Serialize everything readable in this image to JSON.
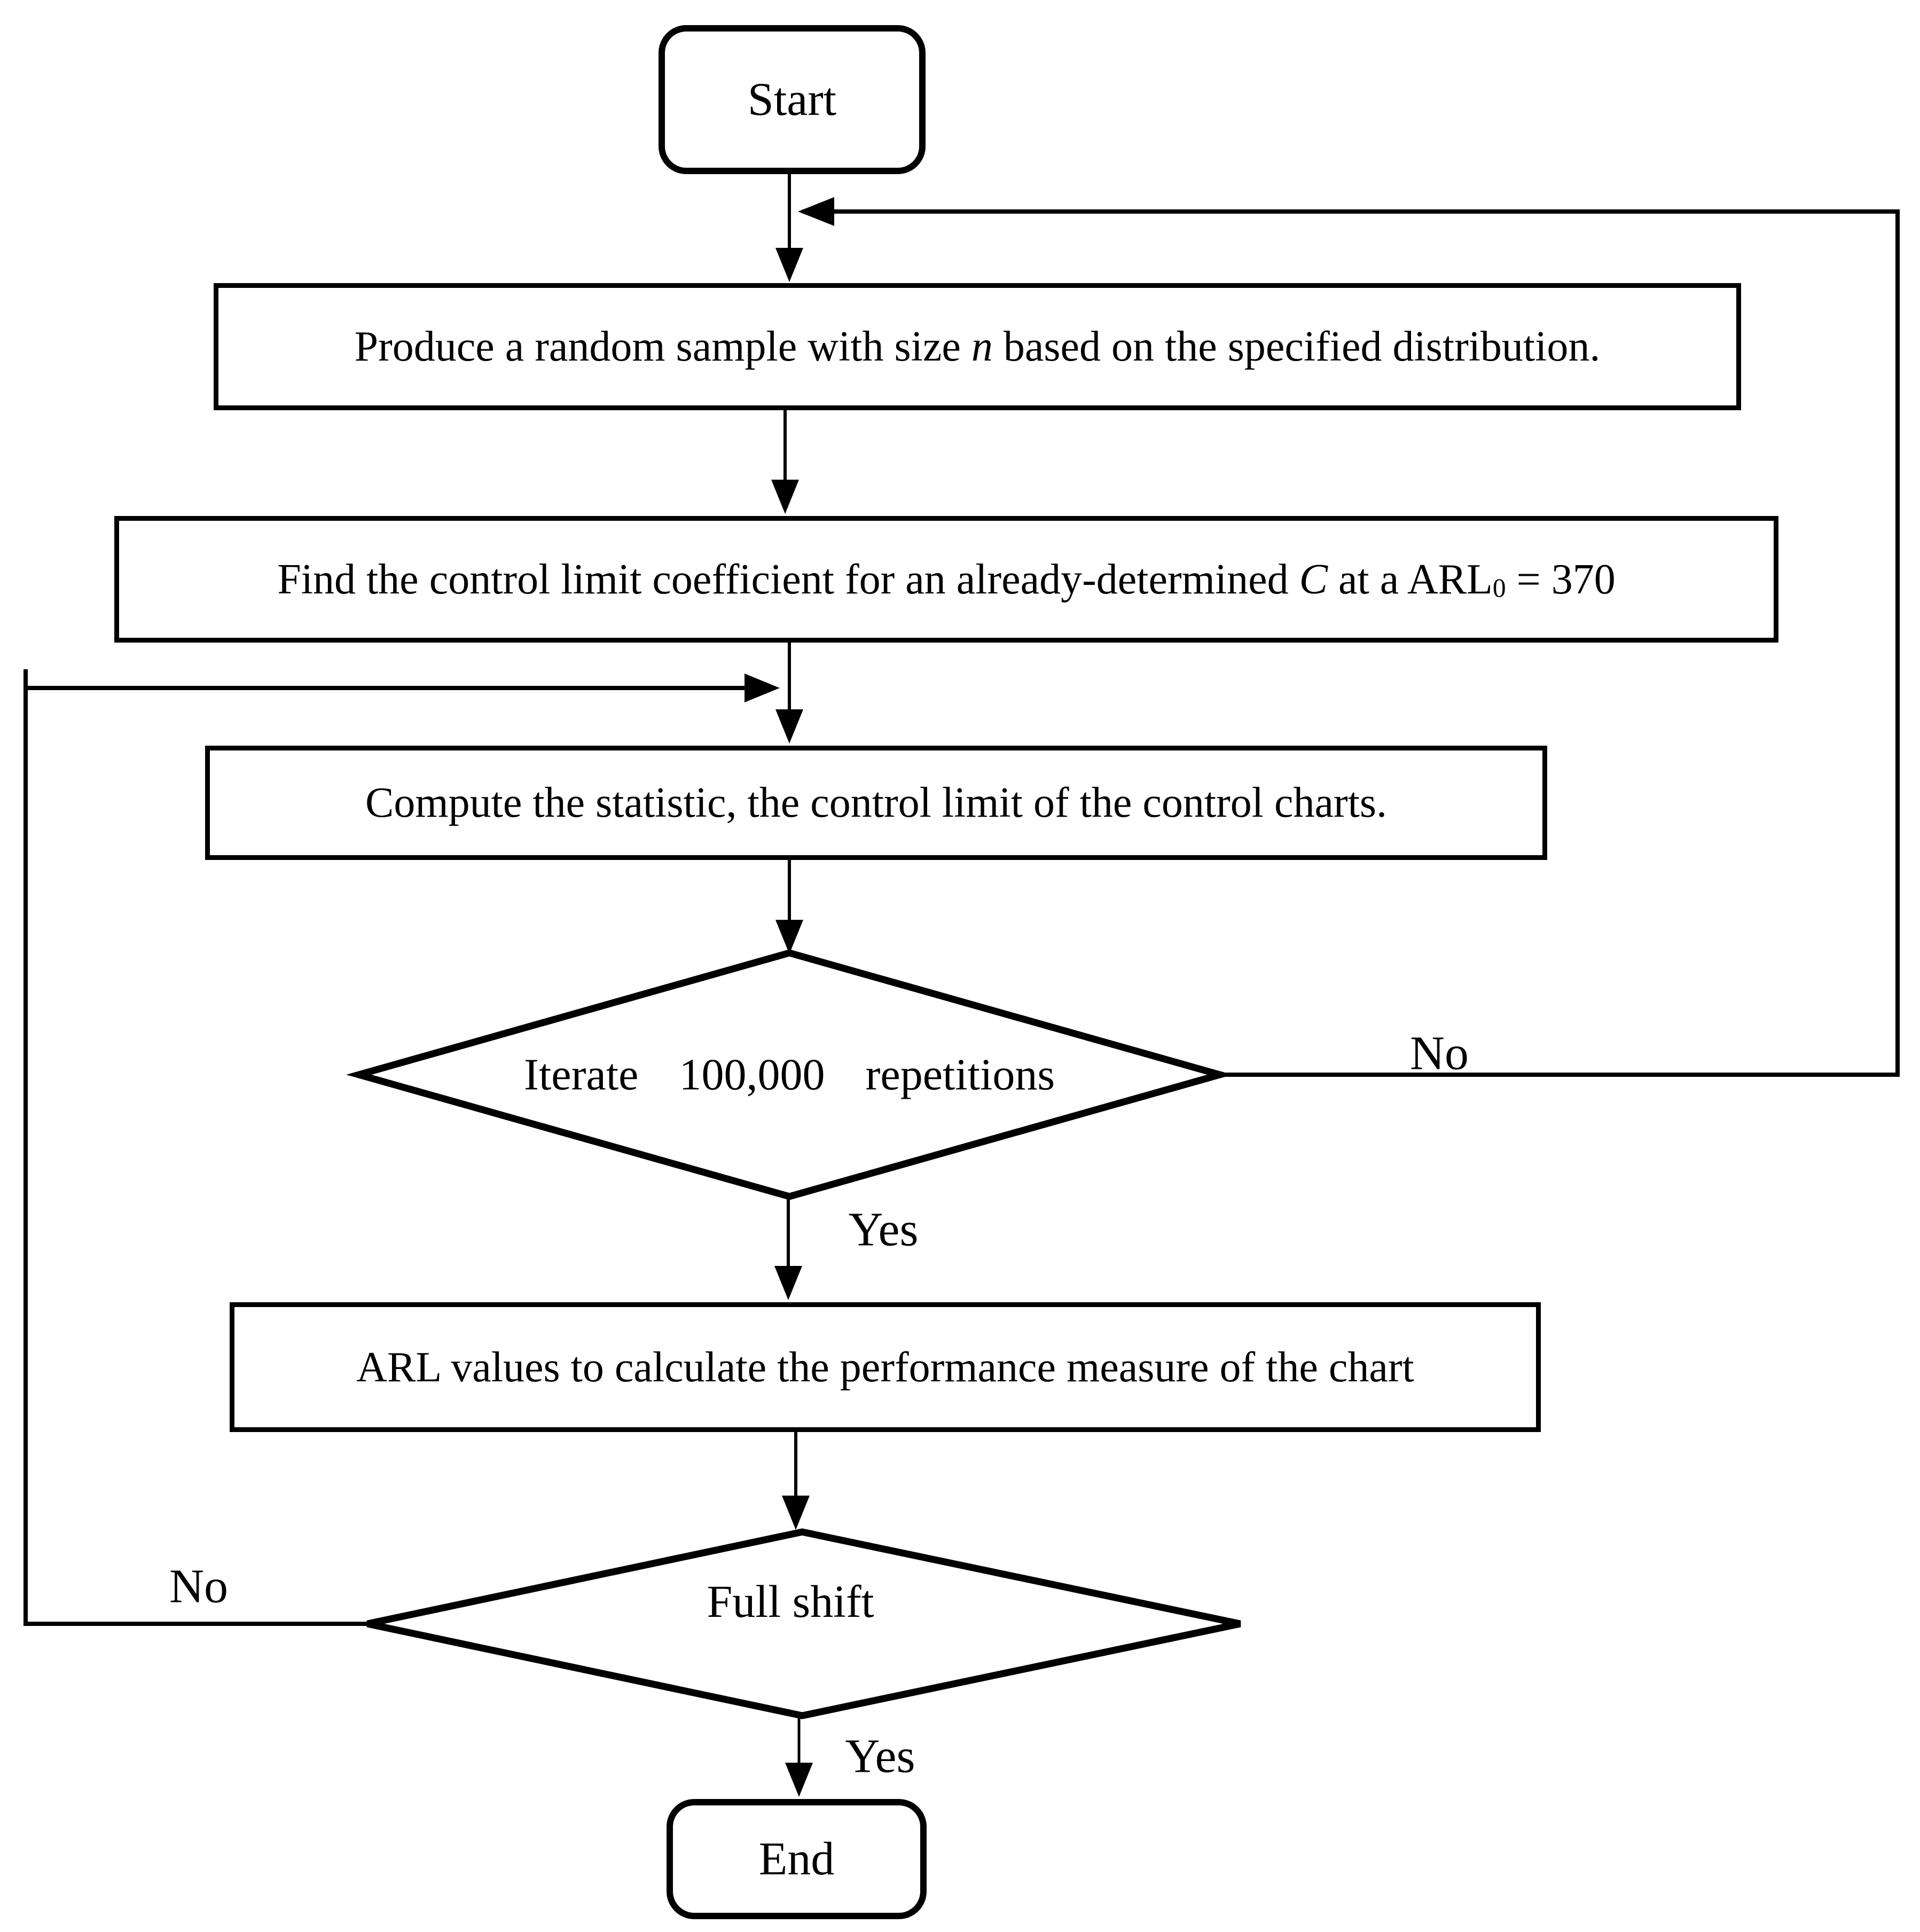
{
  "colors": {
    "background": "#ffffff",
    "stroke": "#000000"
  },
  "nodes": {
    "start": {
      "label": "Start"
    },
    "produce": {
      "text_before": "Produce a random sample with size ",
      "text_var": "n",
      "text_after": " based on the specified distribution."
    },
    "find": {
      "text_before": "Find the control limit coefficient for an already-determined ",
      "text_var": "C",
      "text_mid": " at a ARL",
      "text_sub": "0",
      "text_after": " = 370"
    },
    "compute": {
      "label": "Compute the statistic, the control limit of the control charts."
    },
    "iterate": {
      "label": "Iterate 100,000 repetitions"
    },
    "arl": {
      "label": "ARL values to calculate the performance measure of the chart"
    },
    "fullshift": {
      "label": "Full shift"
    },
    "end": {
      "label": "End"
    }
  },
  "edge_labels": {
    "iterate_no": "No",
    "iterate_yes": "Yes",
    "fullshift_no": "No",
    "fullshift_yes": "Yes"
  }
}
